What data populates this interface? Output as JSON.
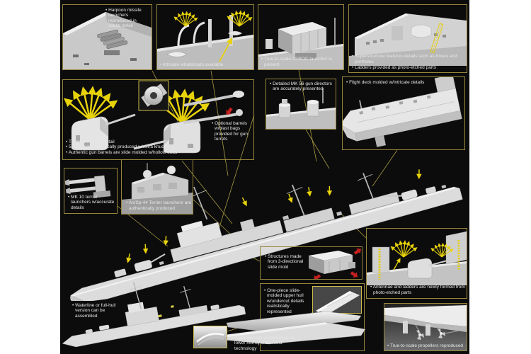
{
  "product": {
    "subject": "1/700 guided-missile cruiser model kit feature diagram"
  },
  "colors": {
    "page_background": "#ffffff",
    "canvas_background": "#0c0c0c",
    "panel_border": "#97863b",
    "callout_line": "#a89a42",
    "arrow_yellow": "#e8d20a",
    "arrow_red": "#c42020",
    "render_gray": "#dcdcdc",
    "text": "#e6e6e6"
  },
  "panels": {
    "harpoon": {
      "text": "• Harpoon missile launchers reproduced in subtle detail"
    },
    "whaleboats": {
      "text": "• Intricate whaleboats available"
    },
    "asroc": {
      "text": "• True-to-scale ASROC launcher is present"
    },
    "superstructure": {
      "line1": "• Superstructure features details such as hoses and portholes",
      "line2": "• Ladders provided as photo-etched parts"
    },
    "turrets": {
      "bullet1": "• Turret w/realistic detail",
      "bullet2": "• 5-inch guns realistically produced w/extra knuckle",
      "bullet3": "• Authentic gun barrels are slide molded w/hollow ends",
      "optional": "• Optional barrels w/blast bags provided for gun turrets"
    },
    "mk56": {
      "text": "• Detailed MK 56 gun directors are accurately presented"
    },
    "flightdeck": {
      "text": "• Flight deck molded w/intricate details"
    },
    "mk10": {
      "text": "• MK 10 terrier launchers w/accurate details"
    },
    "ansp44": {
      "text": "• An/Sp-44 Terrier launchers are authentically produced"
    },
    "slidemold": {
      "text": "• Structures made from 3-directional slide mold"
    },
    "upperhull": {
      "text": "• One-piece slide-molded upper hull w/undercut details realistically represented"
    },
    "sponsons": {
      "text": "• Sponsons are represented on lower hull by slide-mold technology"
    },
    "antennae": {
      "text": "• Antennae and ladders are newly formed from photo-etched parts"
    },
    "propellers": {
      "text": "• True-to-scale propellers reproduced"
    },
    "waterline": {
      "text": "• Waterline or full-hull version can be assembled"
    }
  }
}
